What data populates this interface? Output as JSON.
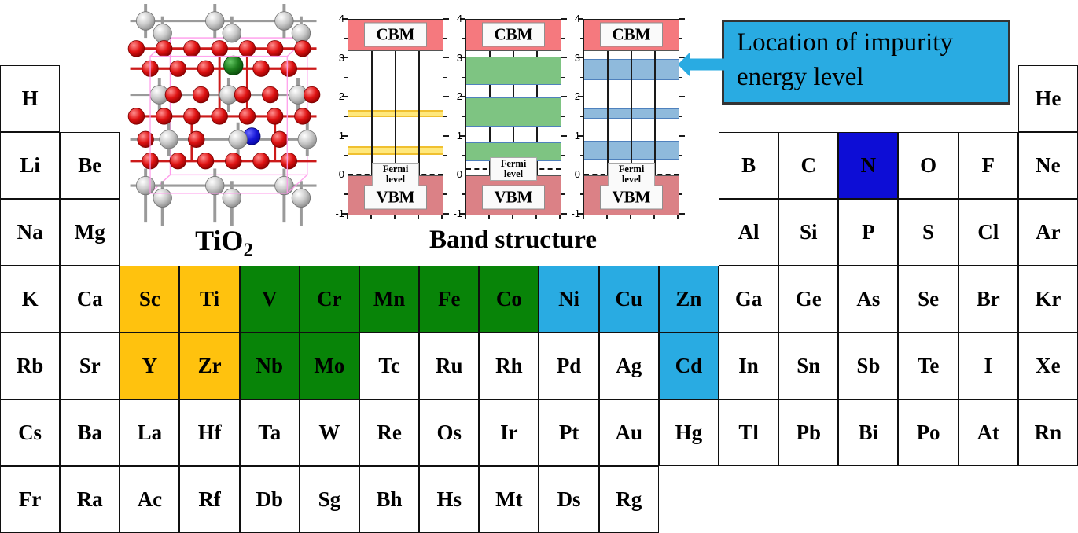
{
  "figure": {
    "captions": {
      "crystal_formula": "TiO",
      "crystal_formula_sub": "2",
      "band_structure": "Band structure"
    },
    "annotation": {
      "text": "Location of impurity energy level",
      "fill": "#29ABE2",
      "border_color": "#333333",
      "arrow_color": "#29ABE2"
    }
  },
  "crystal": {
    "colors": {
      "oxygen": "#DF1212",
      "titanium": "#C9C9C9",
      "impurity_green": "#1E7E1E",
      "impurity_blue": "#1818D8",
      "cell_edge": "#FF9BEB",
      "bond_red": "#CC1A1A",
      "bond_gray": "#9A9A9A"
    }
  },
  "periodic_table": {
    "category_colors": {
      "w": "#FFFFFF",
      "o": "#FFC20E",
      "g": "#088408",
      "c": "#29ABE2",
      "b": "#0D0DD6"
    },
    "elements": [
      {
        "s": "H",
        "r": 1,
        "c": 1,
        "k": "w"
      },
      {
        "s": "He",
        "r": 1,
        "c": 18,
        "k": "w"
      },
      {
        "s": "Li",
        "r": 2,
        "c": 1,
        "k": "w"
      },
      {
        "s": "Be",
        "r": 2,
        "c": 2,
        "k": "w"
      },
      {
        "s": "B",
        "r": 2,
        "c": 13,
        "k": "w"
      },
      {
        "s": "C",
        "r": 2,
        "c": 14,
        "k": "w"
      },
      {
        "s": "N",
        "r": 2,
        "c": 15,
        "k": "b"
      },
      {
        "s": "O",
        "r": 2,
        "c": 16,
        "k": "w"
      },
      {
        "s": "F",
        "r": 2,
        "c": 17,
        "k": "w"
      },
      {
        "s": "Ne",
        "r": 2,
        "c": 18,
        "k": "w"
      },
      {
        "s": "Na",
        "r": 3,
        "c": 1,
        "k": "w"
      },
      {
        "s": "Mg",
        "r": 3,
        "c": 2,
        "k": "w"
      },
      {
        "s": "Al",
        "r": 3,
        "c": 13,
        "k": "w"
      },
      {
        "s": "Si",
        "r": 3,
        "c": 14,
        "k": "w"
      },
      {
        "s": "P",
        "r": 3,
        "c": 15,
        "k": "w"
      },
      {
        "s": "S",
        "r": 3,
        "c": 16,
        "k": "w"
      },
      {
        "s": "Cl",
        "r": 3,
        "c": 17,
        "k": "w"
      },
      {
        "s": "Ar",
        "r": 3,
        "c": 18,
        "k": "w"
      },
      {
        "s": "K",
        "r": 4,
        "c": 1,
        "k": "w"
      },
      {
        "s": "Ca",
        "r": 4,
        "c": 2,
        "k": "w"
      },
      {
        "s": "Sc",
        "r": 4,
        "c": 3,
        "k": "o"
      },
      {
        "s": "Ti",
        "r": 4,
        "c": 4,
        "k": "o"
      },
      {
        "s": "V",
        "r": 4,
        "c": 5,
        "k": "g"
      },
      {
        "s": "Cr",
        "r": 4,
        "c": 6,
        "k": "g"
      },
      {
        "s": "Mn",
        "r": 4,
        "c": 7,
        "k": "g"
      },
      {
        "s": "Fe",
        "r": 4,
        "c": 8,
        "k": "g"
      },
      {
        "s": "Co",
        "r": 4,
        "c": 9,
        "k": "g"
      },
      {
        "s": "Ni",
        "r": 4,
        "c": 10,
        "k": "c"
      },
      {
        "s": "Cu",
        "r": 4,
        "c": 11,
        "k": "c"
      },
      {
        "s": "Zn",
        "r": 4,
        "c": 12,
        "k": "c"
      },
      {
        "s": "Ga",
        "r": 4,
        "c": 13,
        "k": "w"
      },
      {
        "s": "Ge",
        "r": 4,
        "c": 14,
        "k": "w"
      },
      {
        "s": "As",
        "r": 4,
        "c": 15,
        "k": "w"
      },
      {
        "s": "Se",
        "r": 4,
        "c": 16,
        "k": "w"
      },
      {
        "s": "Br",
        "r": 4,
        "c": 17,
        "k": "w"
      },
      {
        "s": "Kr",
        "r": 4,
        "c": 18,
        "k": "w"
      },
      {
        "s": "Rb",
        "r": 5,
        "c": 1,
        "k": "w"
      },
      {
        "s": "Sr",
        "r": 5,
        "c": 2,
        "k": "w"
      },
      {
        "s": "Y",
        "r": 5,
        "c": 3,
        "k": "o"
      },
      {
        "s": "Zr",
        "r": 5,
        "c": 4,
        "k": "o"
      },
      {
        "s": "Nb",
        "r": 5,
        "c": 5,
        "k": "g"
      },
      {
        "s": "Mo",
        "r": 5,
        "c": 6,
        "k": "g"
      },
      {
        "s": "Tc",
        "r": 5,
        "c": 7,
        "k": "w"
      },
      {
        "s": "Ru",
        "r": 5,
        "c": 8,
        "k": "w"
      },
      {
        "s": "Rh",
        "r": 5,
        "c": 9,
        "k": "w"
      },
      {
        "s": "Pd",
        "r": 5,
        "c": 10,
        "k": "w"
      },
      {
        "s": "Ag",
        "r": 5,
        "c": 11,
        "k": "w"
      },
      {
        "s": "Cd",
        "r": 5,
        "c": 12,
        "k": "c"
      },
      {
        "s": "In",
        "r": 5,
        "c": 13,
        "k": "w"
      },
      {
        "s": "Sn",
        "r": 5,
        "c": 14,
        "k": "w"
      },
      {
        "s": "Sb",
        "r": 5,
        "c": 15,
        "k": "w"
      },
      {
        "s": "Te",
        "r": 5,
        "c": 16,
        "k": "w"
      },
      {
        "s": "I",
        "r": 5,
        "c": 17,
        "k": "w"
      },
      {
        "s": "Xe",
        "r": 5,
        "c": 18,
        "k": "w"
      },
      {
        "s": "Cs",
        "r": 6,
        "c": 1,
        "k": "w"
      },
      {
        "s": "Ba",
        "r": 6,
        "c": 2,
        "k": "w"
      },
      {
        "s": "La",
        "r": 6,
        "c": 3,
        "k": "w"
      },
      {
        "s": "Hf",
        "r": 6,
        "c": 4,
        "k": "w"
      },
      {
        "s": "Ta",
        "r": 6,
        "c": 5,
        "k": "w"
      },
      {
        "s": "W",
        "r": 6,
        "c": 6,
        "k": "w"
      },
      {
        "s": "Re",
        "r": 6,
        "c": 7,
        "k": "w"
      },
      {
        "s": "Os",
        "r": 6,
        "c": 8,
        "k": "w"
      },
      {
        "s": "Ir",
        "r": 6,
        "c": 9,
        "k": "w"
      },
      {
        "s": "Pt",
        "r": 6,
        "c": 10,
        "k": "w"
      },
      {
        "s": "Au",
        "r": 6,
        "c": 11,
        "k": "w"
      },
      {
        "s": "Hg",
        "r": 6,
        "c": 12,
        "k": "w"
      },
      {
        "s": "Tl",
        "r": 6,
        "c": 13,
        "k": "w"
      },
      {
        "s": "Pb",
        "r": 6,
        "c": 14,
        "k": "w"
      },
      {
        "s": "Bi",
        "r": 6,
        "c": 15,
        "k": "w"
      },
      {
        "s": "Po",
        "r": 6,
        "c": 16,
        "k": "w"
      },
      {
        "s": "At",
        "r": 6,
        "c": 17,
        "k": "w"
      },
      {
        "s": "Rn",
        "r": 6,
        "c": 18,
        "k": "w"
      },
      {
        "s": "Fr",
        "r": 7,
        "c": 1,
        "k": "w"
      },
      {
        "s": "Ra",
        "r": 7,
        "c": 2,
        "k": "w"
      },
      {
        "s": "Ac",
        "r": 7,
        "c": 3,
        "k": "w"
      },
      {
        "s": "Rf",
        "r": 7,
        "c": 4,
        "k": "w"
      },
      {
        "s": "Db",
        "r": 7,
        "c": 5,
        "k": "w"
      },
      {
        "s": "Sg",
        "r": 7,
        "c": 6,
        "k": "w"
      },
      {
        "s": "Bh",
        "r": 7,
        "c": 7,
        "k": "w"
      },
      {
        "s": "Hs",
        "r": 7,
        "c": 8,
        "k": "w"
      },
      {
        "s": "Mt",
        "r": 7,
        "c": 9,
        "k": "w"
      },
      {
        "s": "Ds",
        "r": 7,
        "c": 10,
        "k": "w"
      },
      {
        "s": "Rg",
        "r": 7,
        "c": 11,
        "k": "w"
      }
    ]
  },
  "band_common": {
    "ylim": [
      -1,
      4
    ],
    "yticks": [
      4,
      3,
      2,
      1,
      0,
      -1
    ],
    "minor_step": 0.5,
    "cbm_label": "CBM",
    "vbm_label": "VBM",
    "fermi_label": "Fermi level",
    "cbm_range": [
      3.2,
      4.0
    ],
    "vbm_range": [
      -1.0,
      0.0
    ],
    "cbm_fill": "#F5797E",
    "vbm_fill": "#DB8186",
    "grid": "k-lines at 25/50/75%"
  },
  "chart_data": [
    {
      "type": "band-diagram",
      "name": "impurity-levels-yellow",
      "impurity_bands": [
        [
          0.53,
          0.75
        ],
        [
          1.5,
          1.68
        ]
      ],
      "fermi_level": 0.03,
      "band_fill": "#FFE87C",
      "band_edge": "#F0C030",
      "band_edge_width": 2.5,
      "lines_over_bands": true
    },
    {
      "type": "band-diagram",
      "name": "impurity-levels-green",
      "impurity_bands": [
        [
          0.38,
          0.85
        ],
        [
          1.26,
          2.0
        ],
        [
          2.33,
          3.05
        ]
      ],
      "fermi_level": 0.17,
      "band_fill": "#7EC482",
      "band_edge": "#4F81BD",
      "band_edge_width": 1.5,
      "lines_over_bands": false
    },
    {
      "type": "band-diagram",
      "name": "impurity-levels-blue",
      "impurity_bands": [
        [
          0.42,
          0.9
        ],
        [
          1.45,
          1.72
        ],
        [
          2.45,
          3.0
        ]
      ],
      "fermi_level": 0.03,
      "band_fill": "#8FBADC",
      "band_edge": "#4F81BD",
      "band_edge_width": 1.5,
      "lines_over_bands": true
    }
  ]
}
